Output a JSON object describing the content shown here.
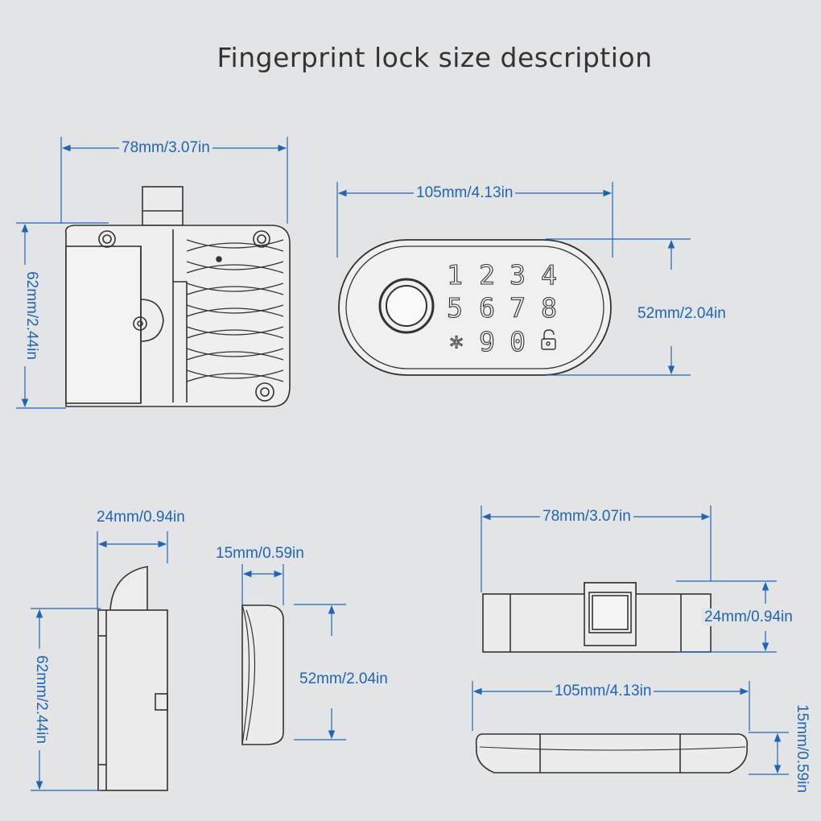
{
  "title": "Fingerprint lock size description",
  "colors": {
    "dimension": "#1f65b5",
    "outline": "#333333",
    "background": "#e3e4e6"
  },
  "dimensions": {
    "top_width": "78mm/3.07in",
    "top_height": "62mm/2.44in",
    "front_width": "105mm/4.13in",
    "front_height": "52mm/2.04in",
    "side_depth": "24mm/0.94in",
    "side_height": "62mm/2.44in",
    "panel_depth": "15mm/0.59in",
    "panel_height": "52mm/2.04in",
    "bottom_body_width": "78mm/3.07in",
    "bottom_body_height": "24mm/0.94in",
    "bottom_panel_width": "105mm/4.13in",
    "bottom_panel_height": "15mm/0.59in"
  },
  "keypad": [
    "1",
    "2",
    "3",
    "4",
    "5",
    "6",
    "7",
    "8",
    "*",
    "9",
    "0",
    "lock"
  ]
}
